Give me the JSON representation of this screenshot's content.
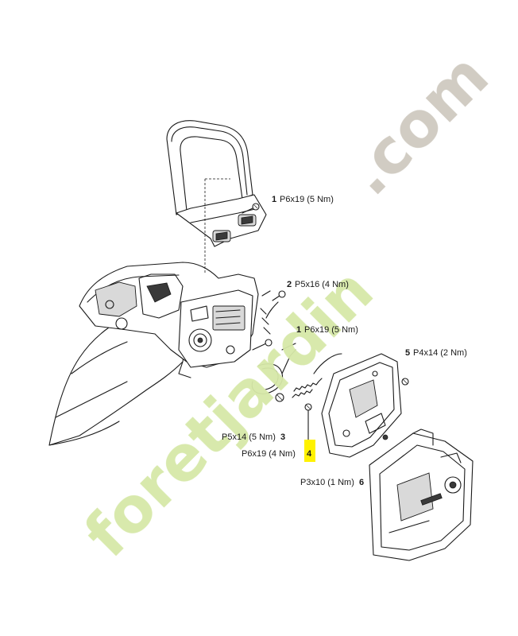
{
  "watermark": {
    "text_green": "foretjardin",
    "text_grey": ".com",
    "color_green": "#d6e8a8",
    "color_grey": "#cfcac0"
  },
  "highlight_color": "#fff200",
  "callouts": [
    {
      "number": "1",
      "spec": "P6x19 (5 Nm)"
    },
    {
      "number": "2",
      "spec": "P5x16 (4 Nm)"
    },
    {
      "number": "1",
      "spec": "P6x19 (5 Nm)"
    },
    {
      "number": "5",
      "spec": "P4x14 (2 Nm)"
    },
    {
      "number": "3",
      "spec": "P5x14 (5 Nm)"
    },
    {
      "number": "4",
      "spec": "P6x19 (4 Nm)"
    },
    {
      "number": "6",
      "spec": "P3x10 (1 Nm)"
    }
  ],
  "icons": [
    "front-handle",
    "chainsaw-body",
    "brake-band",
    "brake-spring",
    "sprocket-cover",
    "chain-cover",
    "screw"
  ]
}
